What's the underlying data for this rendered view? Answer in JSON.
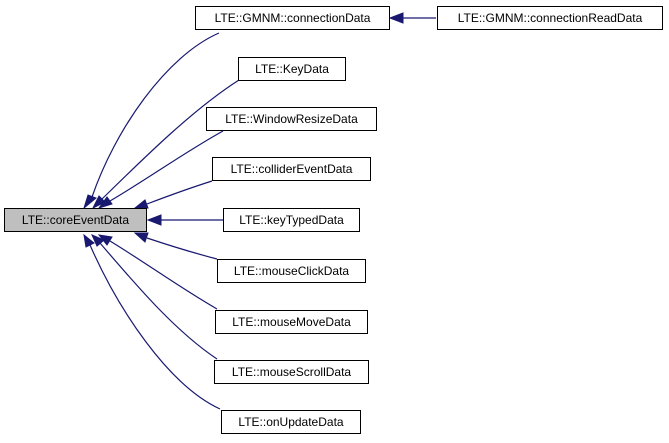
{
  "diagram": {
    "colors": {
      "edge": "#191970",
      "root_fill": "#bfbfbf",
      "node_fill": "#ffffff",
      "border": "#000000"
    },
    "root": "LTE::coreEventData",
    "nodes": {
      "gmnm_connection_data": "LTE::GMNM::connectionData",
      "gmnm_connection_read_data": "LTE::GMNM::connectionReadData",
      "key_data": "LTE::KeyData",
      "window_resize_data": "LTE::WindowResizeData",
      "collider_event_data": "LTE::colliderEventData",
      "key_typed_data": "LTE::keyTypedData",
      "mouse_click_data": "LTE::mouseClickData",
      "mouse_move_data": "LTE::mouseMoveData",
      "mouse_scroll_data": "LTE::mouseScrollData",
      "on_update_data": "LTE::onUpdateData"
    },
    "edges": [
      [
        "gmnm_connection_data",
        "root"
      ],
      [
        "key_data",
        "root"
      ],
      [
        "window_resize_data",
        "root"
      ],
      [
        "collider_event_data",
        "root"
      ],
      [
        "key_typed_data",
        "root"
      ],
      [
        "mouse_click_data",
        "root"
      ],
      [
        "mouse_move_data",
        "root"
      ],
      [
        "mouse_scroll_data",
        "root"
      ],
      [
        "on_update_data",
        "root"
      ],
      [
        "gmnm_connection_read_data",
        "gmnm_connection_data"
      ]
    ]
  }
}
